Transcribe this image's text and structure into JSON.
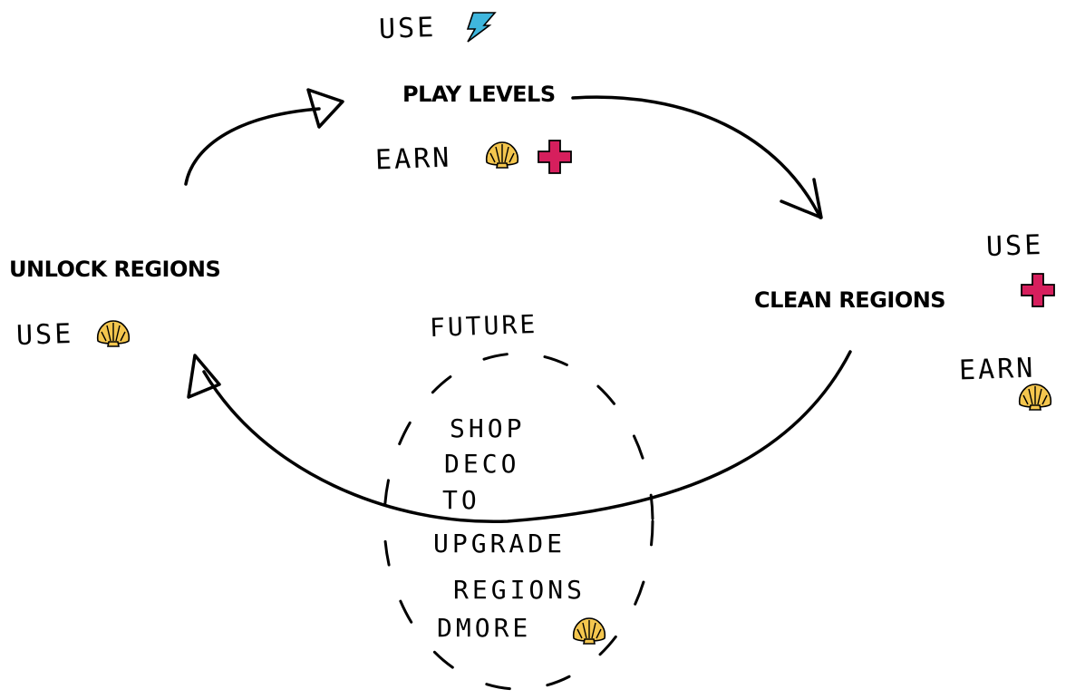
{
  "colors": {
    "ink": "#000000",
    "energy": "#3fb6dd",
    "shell": "#f4c64e",
    "health": "#d61f5d"
  },
  "nodes": {
    "play_levels": {
      "title": "PLAY LEVELS",
      "use_label": "USE",
      "use_icon": "lightning-icon",
      "earn_label": "EARN",
      "earn_icons": [
        "shell-icon",
        "health-cross-icon"
      ]
    },
    "clean_regions": {
      "title": "CLEAN REGIONS",
      "use_label": "USE",
      "use_icon": "health-cross-icon",
      "earn_label": "EARN",
      "earn_icon": "shell-icon"
    },
    "unlock_regions": {
      "title": "UNLOCK REGIONS",
      "use_label": "USE",
      "use_icon": "shell-icon"
    }
  },
  "future": {
    "label": "FUTURE",
    "lines": [
      "SHOP",
      "DECO",
      "TO",
      "UPGRADE",
      "REGIONS",
      "DMORE"
    ],
    "icon": "shell-icon"
  }
}
